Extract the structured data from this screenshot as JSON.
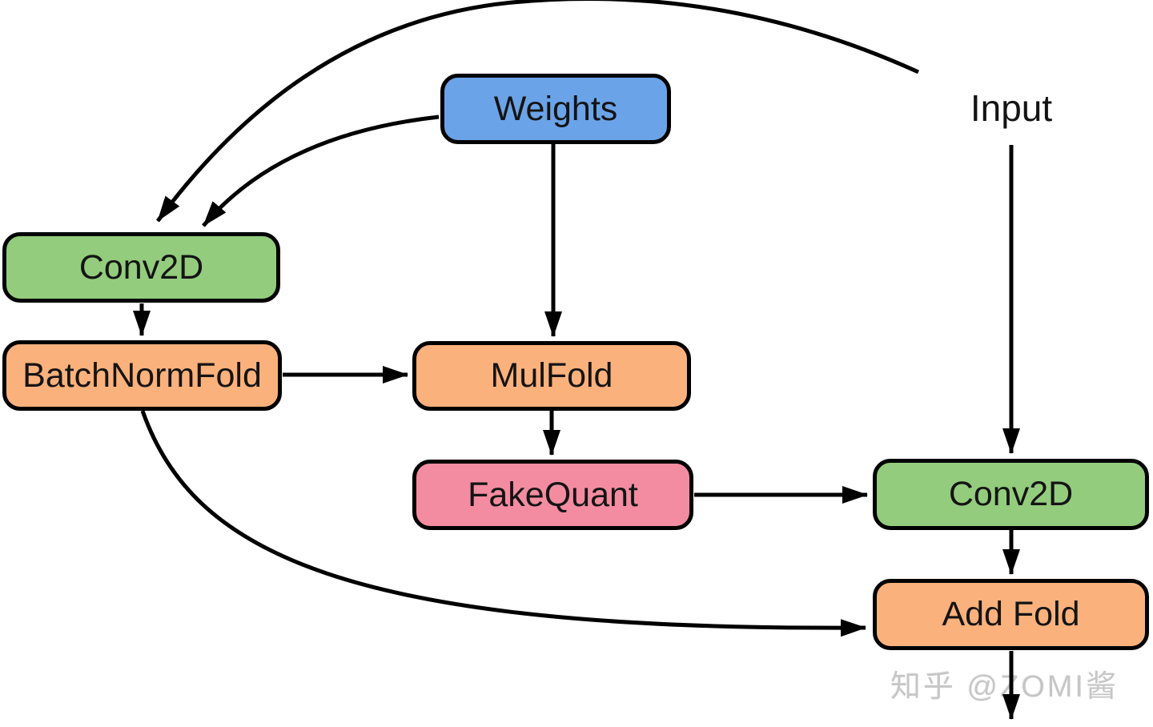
{
  "diagram": {
    "type": "flowchart",
    "background": "#ffffff",
    "nodes": [
      {
        "id": "weights",
        "label": "Weights",
        "fill": "#6ba3e8"
      },
      {
        "id": "conv2d-left",
        "label": "Conv2D",
        "fill": "#93cc7d"
      },
      {
        "id": "batch-norm-fold",
        "label": "BatchNormFold",
        "fill": "#fbb17c"
      },
      {
        "id": "mul-fold",
        "label": "MulFold",
        "fill": "#fbb17c"
      },
      {
        "id": "fake-quant",
        "label": "FakeQuant",
        "fill": "#f38ca0"
      },
      {
        "id": "conv2d-right",
        "label": "Conv2D",
        "fill": "#93cc7d"
      },
      {
        "id": "add-fold",
        "label": "Add Fold",
        "fill": "#fbb17c"
      }
    ],
    "floating_labels": [
      {
        "id": "input",
        "text": "Input"
      }
    ],
    "edges": [
      {
        "from": "off-canvas-top-right",
        "to": "conv2d-left",
        "style": "curved"
      },
      {
        "from": "weights",
        "to": "conv2d-left",
        "style": "curved"
      },
      {
        "from": "weights",
        "to": "mul-fold",
        "style": "straight"
      },
      {
        "from": "conv2d-left",
        "to": "batch-norm-fold",
        "style": "straight"
      },
      {
        "from": "batch-norm-fold",
        "to": "mul-fold",
        "style": "straight"
      },
      {
        "from": "mul-fold",
        "to": "fake-quant",
        "style": "straight"
      },
      {
        "from": "fake-quant",
        "to": "conv2d-right",
        "style": "straight"
      },
      {
        "from": "input",
        "to": "conv2d-right",
        "style": "straight"
      },
      {
        "from": "conv2d-right",
        "to": "add-fold",
        "style": "straight"
      },
      {
        "from": "batch-norm-fold",
        "to": "add-fold",
        "style": "curved"
      },
      {
        "from": "add-fold",
        "to": "output-below",
        "style": "straight"
      }
    ],
    "colors": {
      "node_border": "#000000",
      "edge": "#000000",
      "text": "#141414",
      "blue": "#6ba3e8",
      "green": "#93cc7d",
      "orange": "#fbb17c",
      "pink": "#f38ca0",
      "watermark_gray": "#c6c6c6"
    },
    "watermark": "知乎 @ZOMI酱"
  }
}
